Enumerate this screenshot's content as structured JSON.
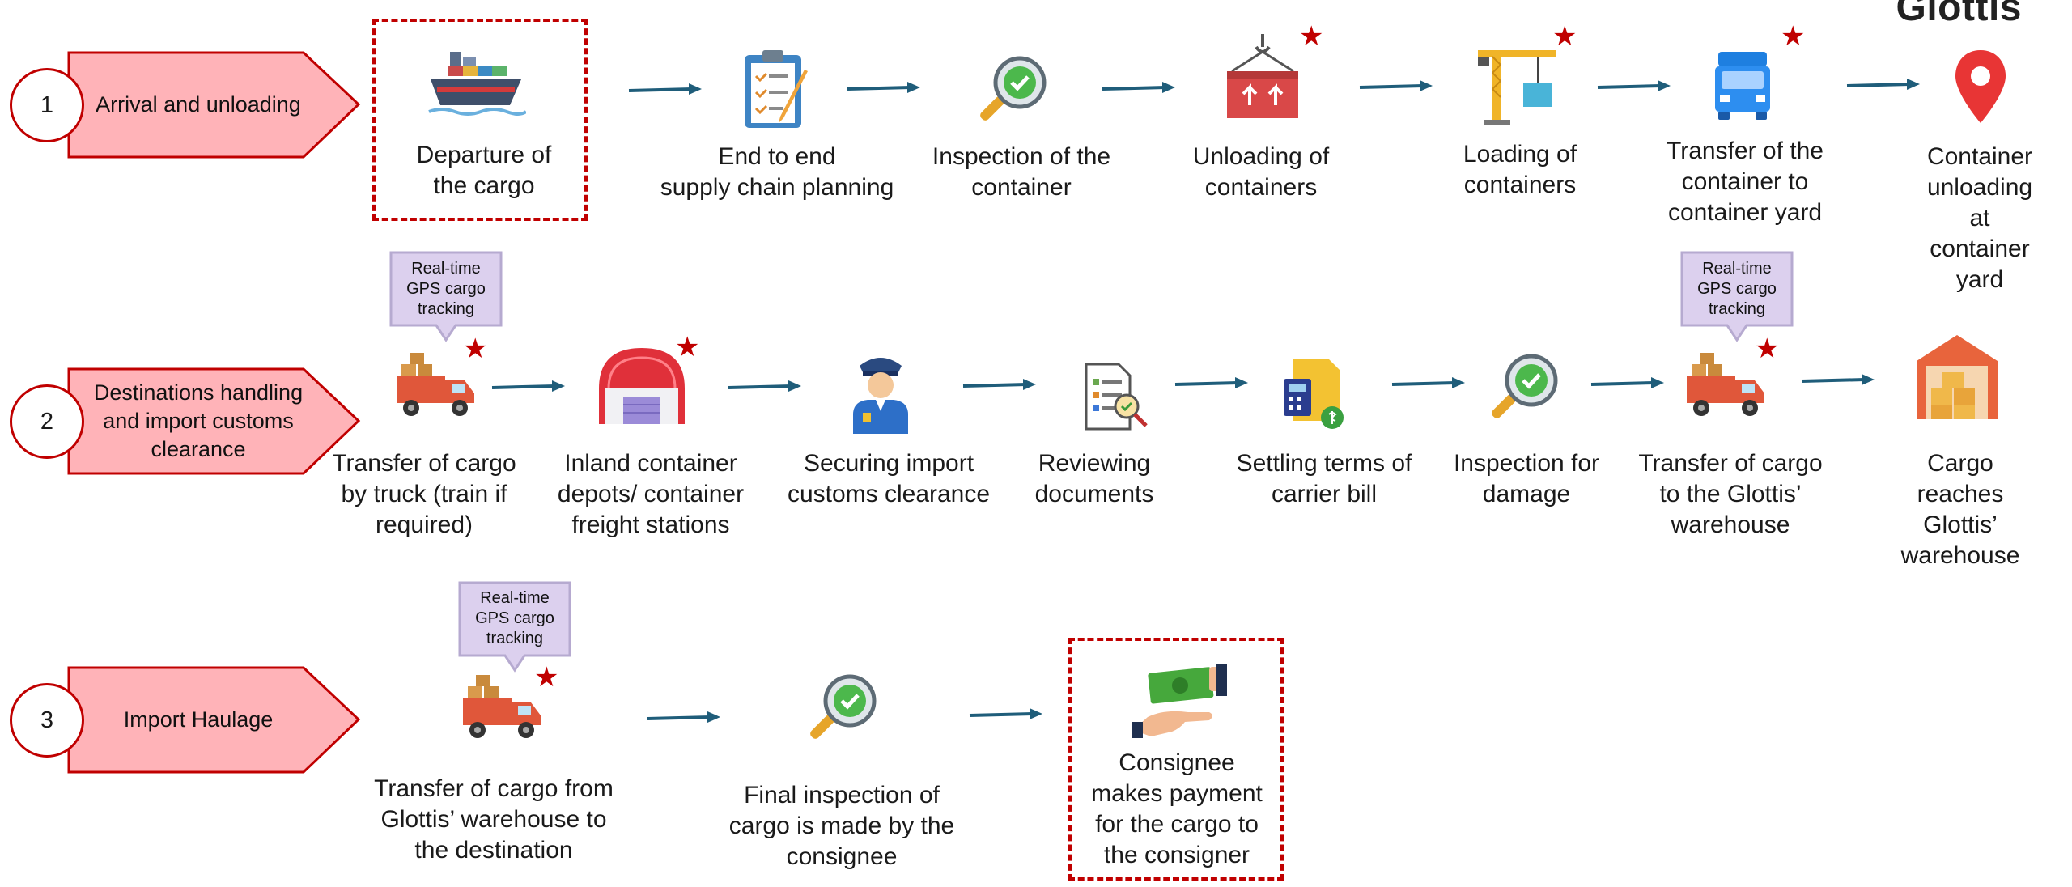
{
  "logo": "Glottis",
  "phases": [
    {
      "number": "1",
      "label": "Arrival and unloading"
    },
    {
      "number": "2",
      "label": "Destinations handling and import customs clearance"
    },
    {
      "number": "3",
      "label": "Import Haulage"
    }
  ],
  "row1": [
    {
      "label": "Departure of\nthe cargo",
      "icon": "cargo-ship-icon"
    },
    {
      "label": "End to end\nsupply chain planning",
      "icon": "clipboard-checklist-icon"
    },
    {
      "label": "Inspection of the\ncontainer",
      "icon": "magnifier-check-icon"
    },
    {
      "label": "Unloading of\ncontainers",
      "icon": "container-hook-icon"
    },
    {
      "label": "Loading of\ncontainers",
      "icon": "crane-icon"
    },
    {
      "label": "Transfer of the\ncontainer to\ncontainer yard",
      "icon": "truck-icon"
    },
    {
      "label": "Container\nunloading at\ncontainer yard",
      "icon": "location-pin-icon"
    }
  ],
  "row2": [
    {
      "label": "Transfer of cargo\nby truck (train if\nrequired)",
      "icon": "delivery-truck-icon"
    },
    {
      "label": "Inland container\ndepots/ container\nfreight stations",
      "icon": "depot-icon"
    },
    {
      "label": "Securing import\ncustoms clearance",
      "icon": "customs-officer-icon"
    },
    {
      "label": "Reviewing\ndocuments",
      "icon": "document-review-icon"
    },
    {
      "label": "Settling terms of\ncarrier bill",
      "icon": "bill-calculator-icon"
    },
    {
      "label": "Inspection for\ndamage",
      "icon": "magnifier-check-icon"
    },
    {
      "label": "Transfer of cargo\nto the Glottis’\nwarehouse",
      "icon": "delivery-truck-icon"
    },
    {
      "label": "Cargo reaches\nGlottis’ warehouse",
      "icon": "warehouse-icon"
    }
  ],
  "row3": [
    {
      "label": "Transfer of cargo from\nGlottis’ warehouse to\nthe destination",
      "icon": "delivery-truck-icon"
    },
    {
      "label": "Final inspection of\ncargo is made by the\nconsignee",
      "icon": "magnifier-check-icon"
    },
    {
      "label": "Consignee\nmakes payment\nfor the cargo to\nthe consigner",
      "icon": "payment-hand-icon"
    }
  ],
  "callout_text": "Real-time\nGPS cargo\ntracking",
  "star_glyph": "★",
  "colors": {
    "phase_fill": "#ffb3b8",
    "phase_border": "#c00000",
    "arrow": "#1f5d7a",
    "callout_fill": "#dcd0ee",
    "callout_border": "#b6aad0",
    "star": "#c00000"
  }
}
